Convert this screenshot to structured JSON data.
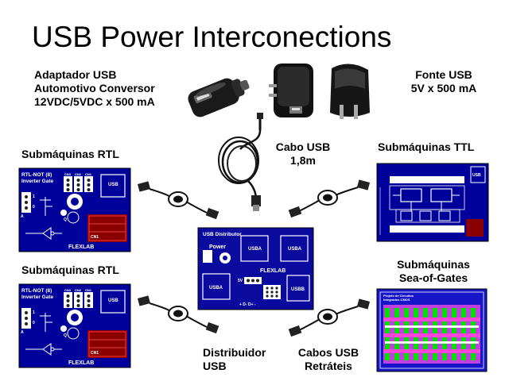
{
  "title": "USB Power Interconections",
  "labels": {
    "adapter": [
      "Adaptador USB",
      "Automotivo Conversor",
      "12VDC/5VDC x 500 mA"
    ],
    "fonte": [
      "Fonte USB",
      "5V x 500 mA"
    ],
    "cabo": [
      "Cabo USB",
      "1,8m"
    ],
    "rtl_top": "Submáquinas RTL",
    "ttl": "Submáquinas TTL",
    "rtl_bottom": "Submáquinas RTL",
    "sea": [
      "Submáquinas",
      "Sea-of-Gates"
    ],
    "distribuidor": [
      "Distribuidor",
      "USB"
    ],
    "cabos_retrateis": [
      "Cabos USB",
      "Retráteis"
    ]
  },
  "boards": {
    "rtl": {
      "name": [
        "RTL-NOT (8)",
        "Inverter Gate"
      ],
      "usb": "USB",
      "cn": [
        "CN1",
        "CN2",
        "CN3"
      ],
      "brand": "FLEXLAB",
      "pins": [
        "A",
        "B",
        "Q"
      ],
      "io": [
        "1",
        "0"
      ]
    },
    "distributor": {
      "title": "USB Distributor",
      "power": "Power",
      "usb": [
        "USBA",
        "USBA",
        "USBA",
        "USBB"
      ],
      "brand": "FLEXLAB",
      "v5": "5V",
      "pins": "+ D- D+ -"
    },
    "ttl": {
      "usb": "USB"
    },
    "sea": {
      "header": [
        "Projeto de Circuitos",
        "Integrados CMOS"
      ]
    }
  },
  "colors": {
    "board_blue": "#00009a",
    "distributor_blue": "#0a0a9e",
    "sea_bg": "#1616c8",
    "cn_red": "#dd0000",
    "sea_green": "#00e000",
    "sea_magenta": "#ff44dd"
  }
}
